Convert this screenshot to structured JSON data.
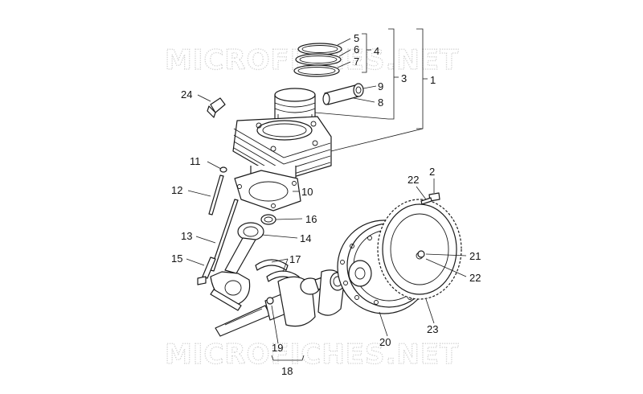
{
  "diagram": {
    "watermark_top": "MICROFICHES.NET",
    "watermark_bottom": "MICROFICHES.NET",
    "watermark_color": "#cfcfcf",
    "line_color": "#1a1a1a",
    "callouts": [
      "1",
      "2",
      "3",
      "4",
      "5",
      "6",
      "7",
      "8",
      "9",
      "10",
      "11",
      "12",
      "13",
      "14",
      "15",
      "16",
      "17",
      "18",
      "19",
      "20",
      "21",
      "22",
      "22",
      "23",
      "24"
    ]
  }
}
